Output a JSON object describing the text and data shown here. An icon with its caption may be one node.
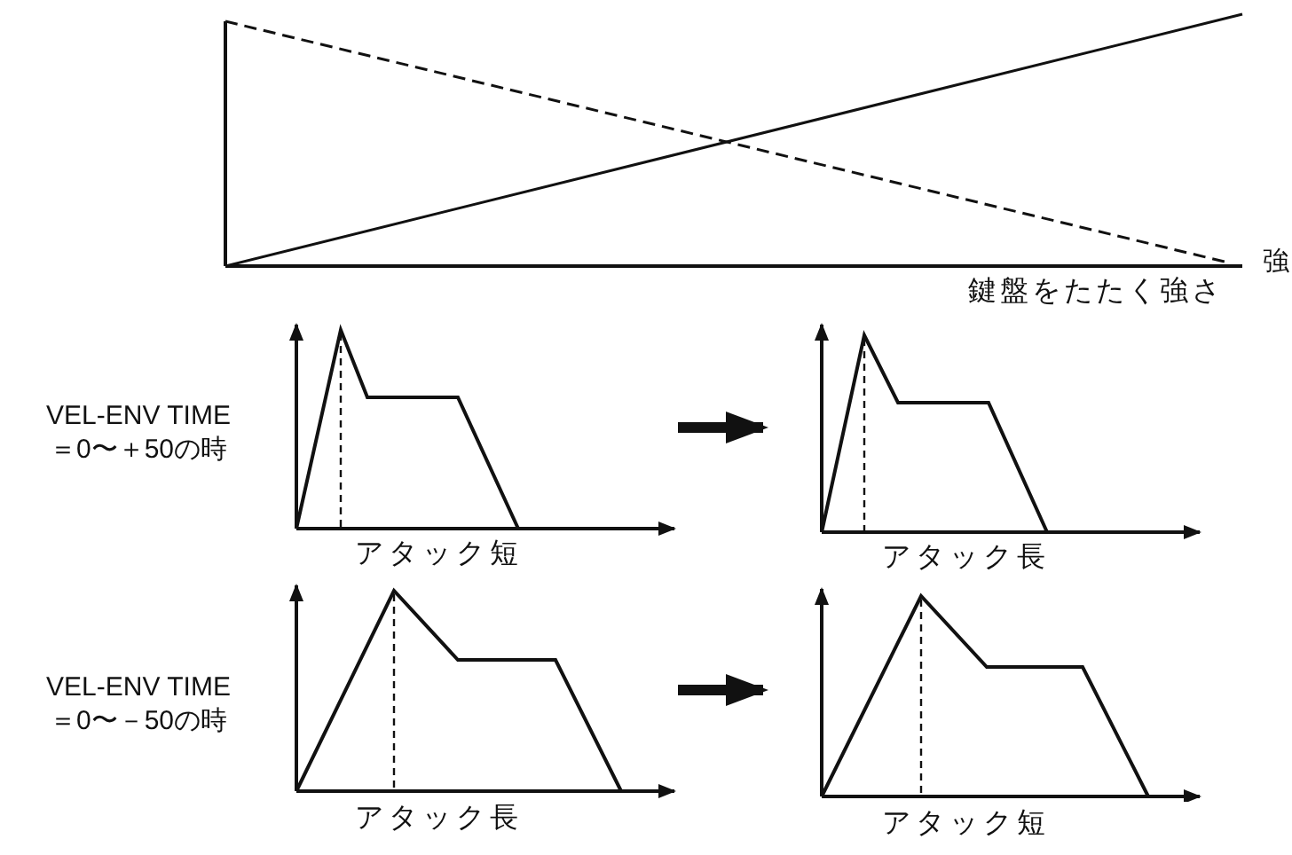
{
  "diagram": {
    "nodes": [
      {
        "text": [],
        "shape": "picture"
      },
      {
        "text": [],
        "shape": "picture",
        "beside": [
          "VEL-ENV TIME ＝0〜＋50の時",
          "アタック短"
        ]
      },
      {
        "text": [],
        "shape": "picture",
        "beside": [
          "アタック長"
        ]
      },
      {
        "text": [],
        "shape": "picture",
        "beside": [
          "VEL-ENV TIME ＝0〜－50の時",
          "アタック長"
        ]
      },
      {
        "text": [],
        "shape": "picture",
        "beside": [
          "アタック短"
        ]
      }
    ],
    "edges": [
      {
        "from": 1,
        "to": 2,
        "arrow": "to"
      },
      {
        "from": 3,
        "to": 4,
        "arrow": "to"
      }
    ],
    "labels": [
      "強",
      "鍵盤をたたく強さ"
    ]
  }
}
